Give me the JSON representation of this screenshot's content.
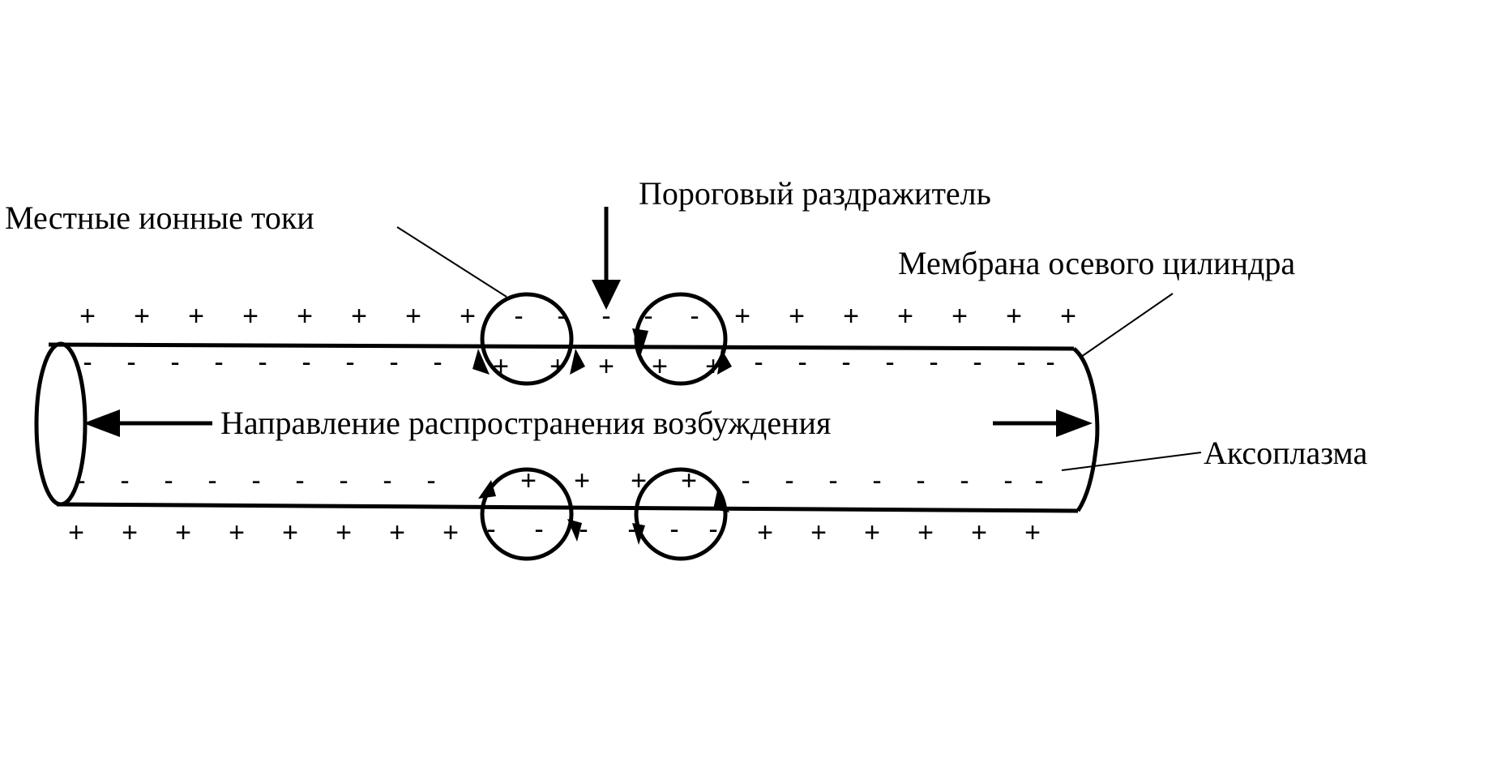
{
  "labels": {
    "local_ion_currents": "Местные ионные токи",
    "threshold_stimulus": "Пороговый раздражитель",
    "axial_membrane": "Мембрана осевого цилиндра",
    "propagation_direction": "Направление распространения возбуждения",
    "axoplasm": "Аксоплазма"
  },
  "signs": {
    "plus": "+",
    "minus": "-"
  },
  "colors": {
    "ink": "#000000",
    "background": "#ffffff"
  }
}
